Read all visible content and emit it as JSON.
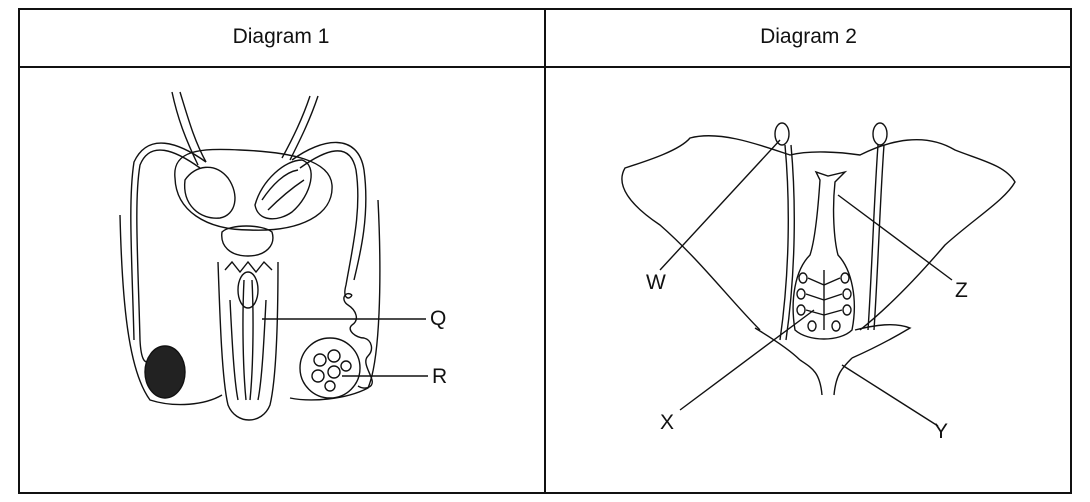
{
  "table": {
    "headers": [
      "Diagram 1",
      "Diagram 2"
    ]
  },
  "diagram1": {
    "labels": {
      "q": "Q",
      "r": "R"
    }
  },
  "diagram2": {
    "labels": {
      "w": "W",
      "x": "X",
      "y": "Y",
      "z": "Z"
    }
  }
}
